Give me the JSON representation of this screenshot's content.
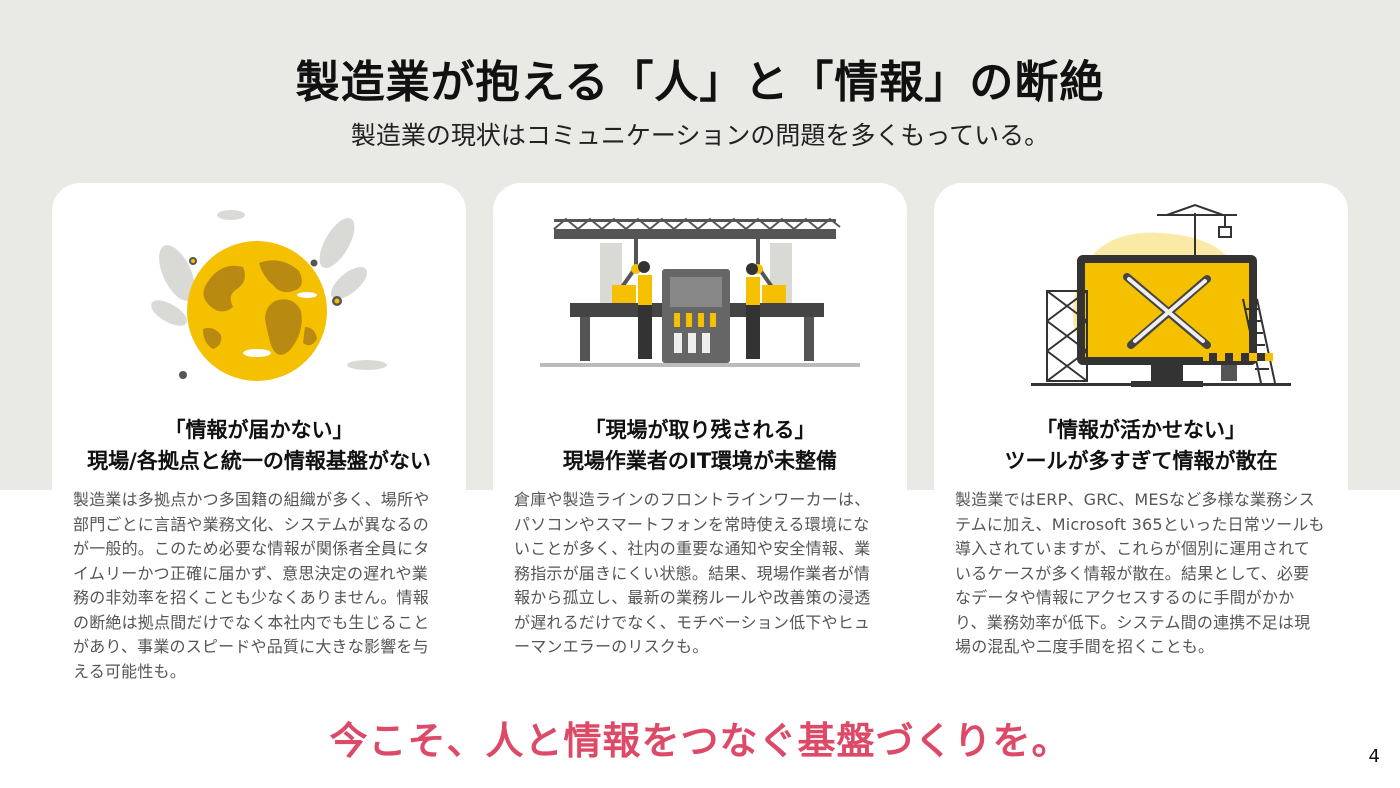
{
  "slide": {
    "title": "製造業が抱える「人」と「情報」の断絶",
    "subtitle": "製造業の現状はコミュニケーションの問題を多くもっている。",
    "cta": "今こそ、人と情報をつなぐ基盤づくりを。",
    "page_number": "4",
    "accent_color": "#dd4a68",
    "illustration_color": "#f5c000"
  },
  "cards": [
    {
      "icon": "globe-illustration",
      "heading_line1": "「情報が届かない」",
      "heading_line2": "現場/各拠点と統一の情報基盤がない",
      "body": "製造業は多拠点かつ多国籍の組織が多く、場所や部門ごとに言語や業務文化、システムが異なるのが一般的。このため必要な情報が関係者全員にタイムリーかつ正確に届かず、意思決定の遅れや業務の非効率を招くことも少なくありません。情報の断絶は拠点間だけでなく本社内でも生じることがあり、事業のスピードや品質に大きな影響を与える可能性も。"
    },
    {
      "icon": "factory-line-illustration",
      "heading_line1": "「現場が取り残される」",
      "heading_line2": "現場作業者のIT環境が未整備",
      "body": "倉庫や製造ラインのフロントラインワーカーは、パソコンやスマートフォンを常時使える環境にないことが多く、社内の重要な通知や安全情報、業務指示が届きにくい状態。結果、現場作業者が情報から孤立し、最新の業務ルールや改善策の浸透が遅れるだけでなく、モチベーション低下やヒューマンエラーのリスクも。"
    },
    {
      "icon": "tools-construction-illustration",
      "heading_line1": "「情報が活かせない」",
      "heading_line2": "ツールが多すぎて情報が散在",
      "body": "製造業ではERP、GRC、MESなど多様な業務システムに加え、Microsoft 365といった日常ツールも導入されていますが、これらが個別に運用されているケースが多く情報が散在。結果として、必要なデータや情報にアクセスするのに手間がかかり、業務効率が低下。システム間の連携不足は現場の混乱や二度手間を招くことも。"
    }
  ]
}
